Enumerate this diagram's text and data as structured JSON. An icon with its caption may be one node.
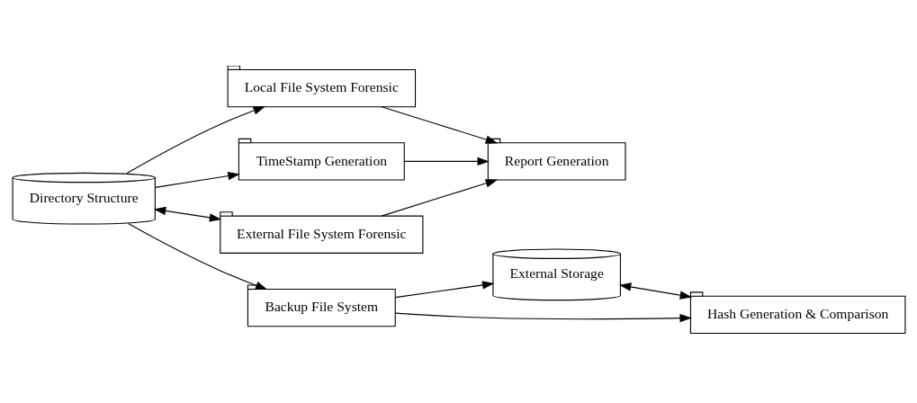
{
  "diagram": {
    "nodes": [
      {
        "text": [
          "Local File System Forensic"
        ]
      },
      {
        "text": [
          "Backup File System"
        ]
      },
      {
        "text": [
          "Directory Structure"
        ]
      },
      {
        "text": [
          "TimeStamp Generation"
        ]
      },
      {
        "text": [
          "External Storage"
        ]
      },
      {
        "text": [
          "Hash Generation & Comparison"
        ]
      },
      {
        "text": [
          "External File System Forensic"
        ]
      },
      {
        "text": [
          "Report Generation"
        ]
      }
    ],
    "edges": [
      {
        "from": 2,
        "to": 0,
        "arrow": "to"
      },
      {
        "from": 2,
        "to": 1,
        "arrow": "to"
      },
      {
        "from": 2,
        "to": 3,
        "arrow": "to"
      },
      {
        "from": 2,
        "to": 6,
        "arrow": "both"
      },
      {
        "from": 1,
        "to": 4,
        "arrow": "to"
      },
      {
        "from": 1,
        "to": 5,
        "arrow": "to"
      },
      {
        "from": 4,
        "to": 5,
        "arrow": "both"
      },
      {
        "from": 3,
        "to": 7,
        "arrow": "to"
      },
      {
        "from": 6,
        "to": 7,
        "arrow": "to"
      },
      {
        "from": 0,
        "to": 7,
        "arrow": "to"
      }
    ]
  }
}
